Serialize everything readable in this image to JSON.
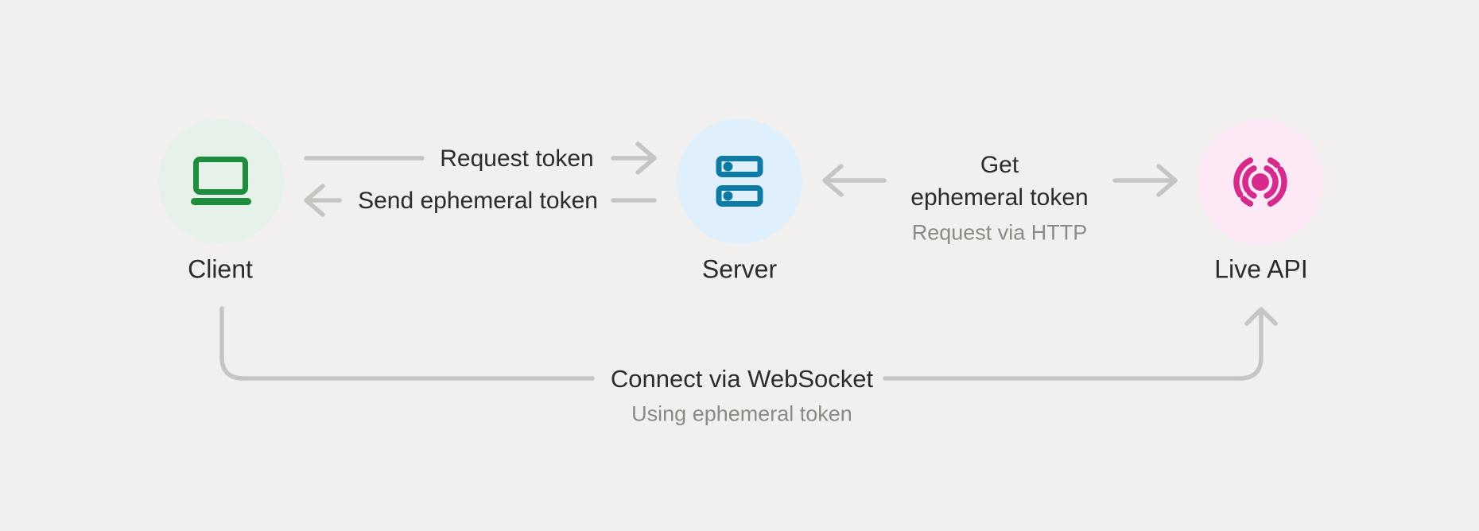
{
  "diagram": {
    "background_color": "#f1f0ee",
    "line_color": "#c6c5c2",
    "label_color": "#2c2b29",
    "sublabel_color": "#8d8a85",
    "nodes": {
      "client": {
        "label": "Client",
        "icon": "laptop-icon",
        "circle_color": "#e6f2e9",
        "icon_color": "#1e8e3e"
      },
      "server": {
        "label": "Server",
        "icon": "server-rack-icon",
        "circle_color": "#dff0fc",
        "icon_color": "#0e7ba5"
      },
      "live_api": {
        "label": "Live API",
        "icon": "live-broadcast-icon",
        "circle_color": "#fde9f5",
        "icon_color": "#d62a8c"
      }
    },
    "edges": {
      "request_token": {
        "label": "Request token",
        "from": "Client",
        "to": "Server"
      },
      "send_ephemeral_token": {
        "label": "Send ephemeral token",
        "from": "Server",
        "to": "Client"
      },
      "get_ephemeral_token": {
        "label_line1": "Get",
        "label_line2": "ephemeral token",
        "sublabel": "Request via HTTP",
        "from": "Server",
        "to": "Live API",
        "bidirectional": "true"
      },
      "connect_websocket": {
        "label": "Connect via WebSocket",
        "sublabel": "Using ephemeral token",
        "from": "Client",
        "to": "Live API"
      }
    }
  }
}
